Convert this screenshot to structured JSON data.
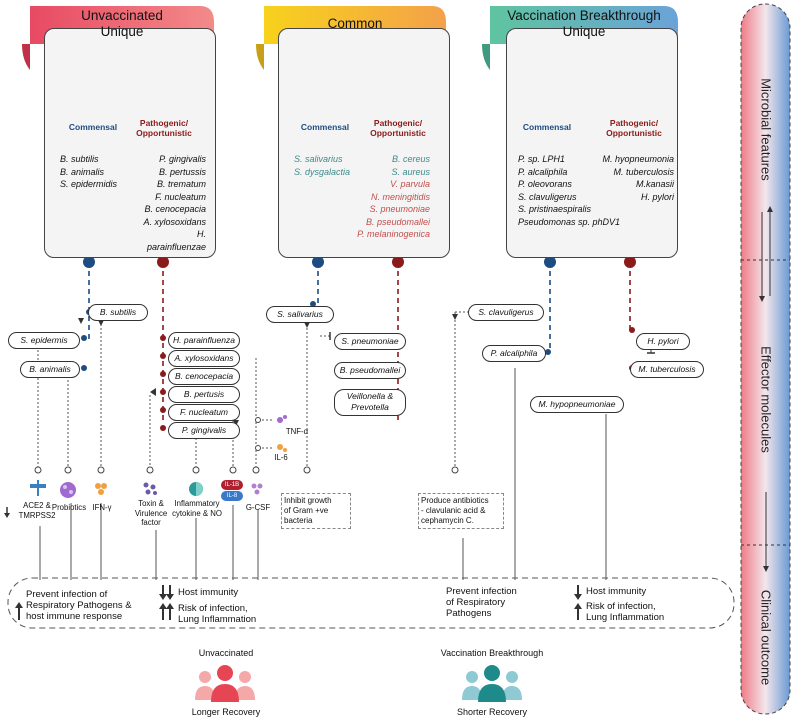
{
  "colors": {
    "commensal": "#1e4b82",
    "pathogenic": "#8b1a1a",
    "unvaccinated_ribbon": "#e85a70",
    "common_ribbon": "#f5c02a",
    "breakthrough_ribbon": "#5fb8a8",
    "common_pathogen_text": "#c0504d",
    "common_commensal_text": "#3f8a8a"
  },
  "cards": {
    "unvaccinated": {
      "title_line1": "Unvaccinated",
      "title_line2": "Unique",
      "commensal_label": "Commensal",
      "pathogenic_label": "Pathogenic/\nOpportunistic",
      "commensal_species": [
        "B. subtilis",
        "B. animalis",
        "S. epidermidis"
      ],
      "pathogenic_species": [
        "P. gingivalis",
        "B. pertussis",
        "B. trematum",
        "F. nucleatum",
        "B. cenocepacia",
        "A. xylosoxidans",
        "H. parainfluenzae"
      ]
    },
    "common": {
      "title": "Common",
      "commensal_label": "Commensal",
      "pathogenic_label": "Pathogenic/\nOpportunistic",
      "commensal_species": [
        "S. salivarius",
        "S. dysgalactia"
      ],
      "both_species": [
        "B. cereus",
        "S. aureus"
      ],
      "pathogenic_species": [
        "V. parvula",
        "N. meningitidis",
        "S. pneumoniae",
        "B. pseudomallei",
        "P. melaninogenica"
      ]
    },
    "breakthrough": {
      "title_line1": "Vaccination Breakthrough",
      "title_line2": "Unique",
      "commensal_label": "Commensal",
      "pathogenic_label": "Pathogenic/\nOpportunistic",
      "commensal_species": [
        "P. sp. LPH1",
        "P. alcaliphila",
        "P. oleovorans",
        "S. clavuligerus",
        "S. pristinaespiralis",
        "Pseudomonas sp. phDV1"
      ],
      "pathogenic_species": [
        "M. hyopneumonia",
        "M. tuberculosis",
        "M.kanasii",
        "H. pylori"
      ]
    }
  },
  "pills": {
    "b_subtilis": "B. subtilis",
    "s_epidermis": "S. epidermis",
    "b_animalis": "B. animalis",
    "h_parainfluenza": "H. parainfluenza",
    "a_xylosoxidans": "A. xylosoxidans",
    "b_cenocepacia": "B. cenocepacia",
    "b_pertusis": "B. pertusis",
    "f_nucleatum": "F. nucleatum",
    "p_gingivalis": "P. gingivalis",
    "s_salivarius": "S. salivarius",
    "s_pneumoniae": "S. pneumoniae",
    "b_pseudomallei": "B. pseudomallei",
    "veillonella": "Veillonella &\nPrevotella",
    "s_clavuligerus": "S. clavuligerus",
    "p_alcaliphila": "P. alcaliphila",
    "h_pylori": "H. pylori",
    "m_tuberculosis": "M. tuberculosis",
    "m_hypopneumoniae": "M. hypopneumoniae"
  },
  "effectors": {
    "ace2": "ACE2 &\nTMRPSS2",
    "probiotics": "Probiotics",
    "ifn": "IFN-γ",
    "toxin": "Toxin &\nVirulence\nfactor",
    "inflammatory": "Inflammatory\ncytokine & NO",
    "il1b": "IL-1B",
    "il8": "IL-8",
    "gcsf": "G-CSF",
    "tnf": "TNF-α",
    "il6": "IL-6",
    "inhibit_box": "Inhibit growth\nof Gram +ve\nbacteria",
    "antibiotics_box": "Produce antibiotics\n- clavulanic acid &\ncephamycin C."
  },
  "outcomes": {
    "prevent_infection_left": "Prevent infection of\nRespiratory Pathogens &\nhost immune response",
    "host_immunity_left": "Host immunity",
    "risk_left": "Risk of infection,\nLung Inflammation",
    "prevent_infection_right": "Prevent infection\nof Respiratory\nPathogens",
    "host_immunity_right": "Host immunity",
    "risk_right": "Risk of infection,\nLung Inflammation"
  },
  "bottom": {
    "unvaccinated_label": "Unvaccinated",
    "unvaccinated_recovery": "Longer Recovery",
    "breakthrough_label": "Vaccination Breakthrough",
    "breakthrough_recovery": "Shorter Recovery"
  },
  "side_bar": {
    "microbial": "Microbial features",
    "effector": "Effector molecules",
    "clinical": "Clinical outcome"
  }
}
